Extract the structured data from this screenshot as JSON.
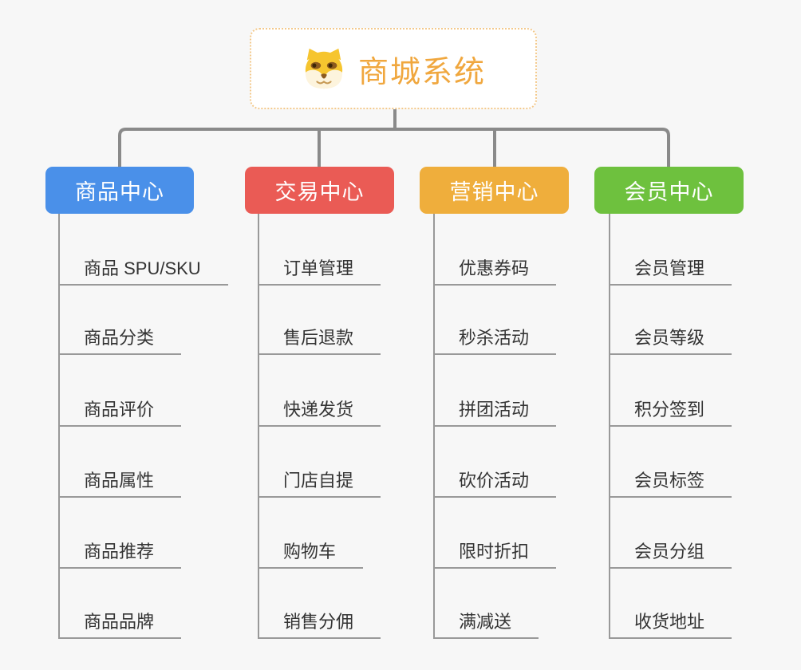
{
  "page": {
    "background_color": "#f7f7f7",
    "connector_color": "#8a8a8a",
    "leaf_line_color": "#999999"
  },
  "root": {
    "title": "商城系统",
    "icon": "dog-face-icon",
    "text_color": "#f0a73e",
    "border_color": "#f3c98c",
    "background": "#ffffff"
  },
  "branches": [
    {
      "label": "商品中心",
      "color": "#4a90e9",
      "children": [
        "商品 SPU/SKU",
        "商品分类",
        "商品评价",
        "商品属性",
        "商品推荐",
        "商品品牌"
      ]
    },
    {
      "label": "交易中心",
      "color": "#ea5b55",
      "children": [
        "订单管理",
        "售后退款",
        "快递发货",
        "门店自提",
        "购物车",
        "销售分佣"
      ]
    },
    {
      "label": "营销中心",
      "color": "#efae3c",
      "children": [
        "优惠券码",
        "秒杀活动",
        "拼团活动",
        "砍价活动",
        "限时折扣",
        "满减送"
      ]
    },
    {
      "label": "会员中心",
      "color": "#6ec13e",
      "children": [
        "会员管理",
        "会员等级",
        "积分签到",
        "会员标签",
        "会员分组",
        "收货地址"
      ]
    }
  ]
}
